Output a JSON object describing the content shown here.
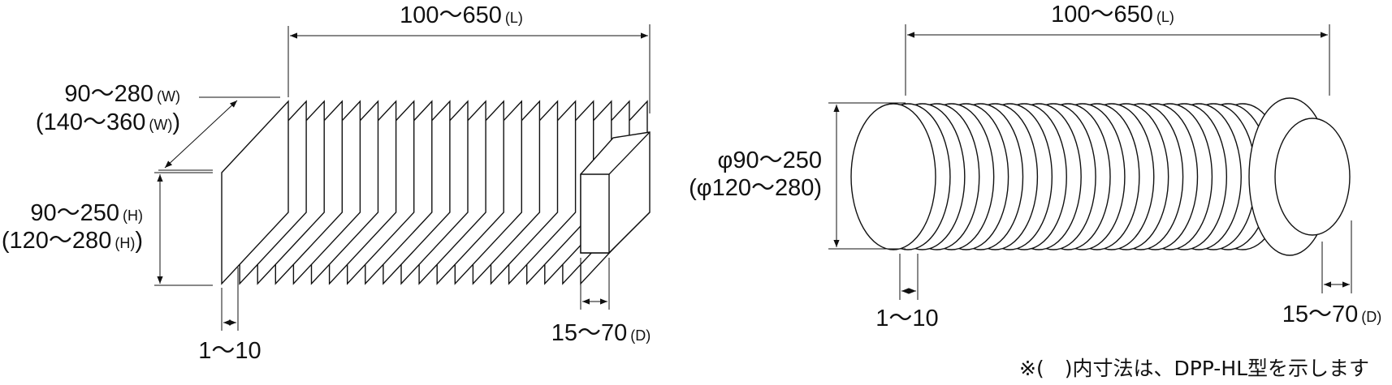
{
  "rect_bellows": {
    "length": {
      "value": "100〜650",
      "unit": "(L)"
    },
    "width_std": {
      "value": "90〜280",
      "unit": "(W)"
    },
    "width_hl": {
      "value": "(140〜360",
      "unit": "(W)",
      "close": ")"
    },
    "height_std": {
      "value": "90〜250",
      "unit": "(H)"
    },
    "height_hl": {
      "value": "(120〜280",
      "unit": "(H)",
      "close": ")"
    },
    "pitch": "1〜10",
    "depth": {
      "value": "15〜70",
      "unit": "(D)"
    }
  },
  "round_bellows": {
    "length": {
      "value": "100〜650",
      "unit": "(L)"
    },
    "dia_std": {
      "value": "φ90〜250"
    },
    "dia_hl": {
      "value": "(φ120〜280)"
    },
    "pitch": "1〜10",
    "depth": {
      "value": "15〜70",
      "unit": "(D)"
    }
  },
  "note": "※(　)内寸法は、DPP-HL型を示します",
  "fold_count": 21,
  "ring_count": 25
}
